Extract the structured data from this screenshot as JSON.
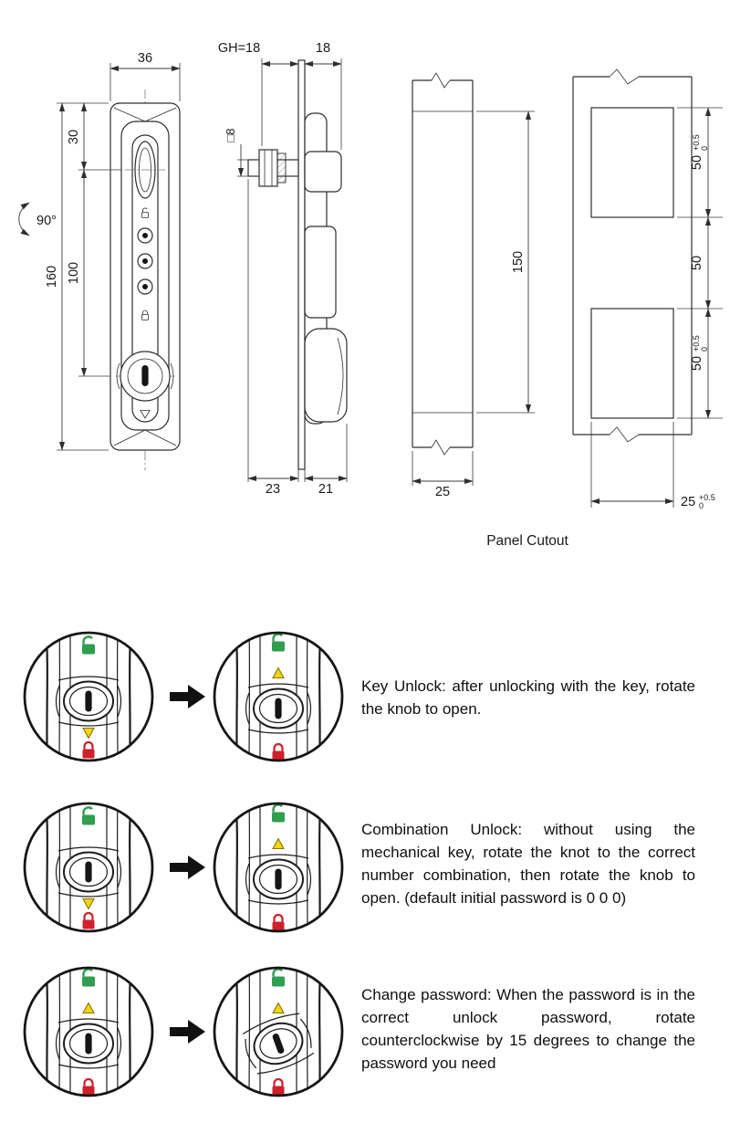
{
  "colors": {
    "unlock_green": "#2f9e4e",
    "lock_red": "#d0202a",
    "indicator_yellow": "#f2d414"
  },
  "dims": {
    "front_width": "36",
    "front_top_offset": "30",
    "front_height": "160",
    "front_knob_offset": "100",
    "rotation_angle": "90°",
    "grip_GH": "GH=18",
    "flange_depth": "18",
    "shaft_square": "□8",
    "behind_panel_depth": "23",
    "front_depth": "21",
    "panel_section_width": "25",
    "cutout_total_height": "150",
    "cutout_top_height": "50",
    "cutout_middle_gap": "50",
    "cutout_bottom_height": "50",
    "cutout_width": "25",
    "tolerance_plus": "+0.5",
    "tolerance_minus": "0"
  },
  "labels": {
    "panel_cutout": "Panel Cutout"
  },
  "instructions": [
    {
      "text": "Key Unlock: after unlocking with the key, rotate the knob to open."
    },
    {
      "text": "Combination Unlock: without using the mechanical key, rotate the knot to the correct number combination, then rotate the knob to open. (default initial password is 0 0 0)"
    },
    {
      "text": "Change password: When the password is in the correct unlock password, rotate counterclockwise by 15 degrees to change the password you need"
    }
  ]
}
